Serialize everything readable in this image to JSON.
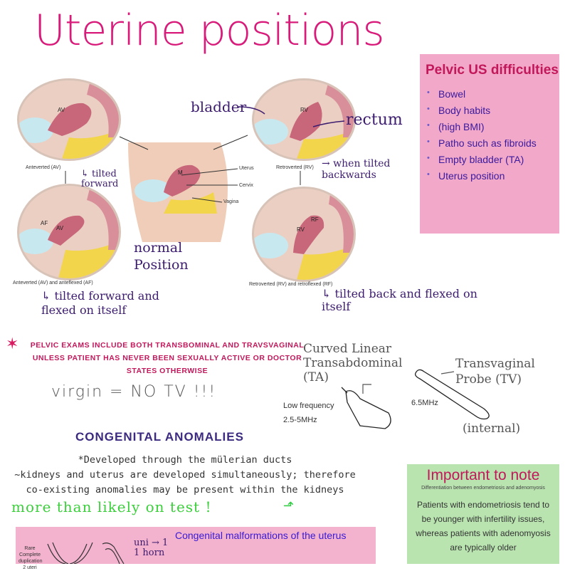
{
  "title": "Uterine positions",
  "diagram": {
    "captions": {
      "av": "Anteverted (AV)",
      "rv": "Retroverted (RV)",
      "avaf": "Anteverted (AV) and anteflexed (AF)",
      "rvrf": "Retroverted (RV) and retroflexed (RF)",
      "uterus": "Uterus",
      "cervix": "Cervix",
      "vagina": "Vagina"
    },
    "inner_labels": {
      "av": "AV",
      "rv": "RV",
      "m": "M",
      "af": "AF",
      "av2": "AV",
      "rf": "RF",
      "rv2": "RV"
    }
  },
  "annotations": {
    "bladder": "bladder",
    "rectum": "rectum",
    "tilted_forward": "↳ tilted forward",
    "when_tilted": "→ when tilted backwards",
    "normal": "normal Position",
    "tilted_flexed": "↳ tilted forward and flexed on itself",
    "tilted_back": "↳ tilted back and flexed on itself"
  },
  "difficulties": {
    "title": "Pelvic US difficulties",
    "items": [
      "Bowel",
      "Body habits",
      "(high BMI)",
      "Patho such as fibroids",
      "Empty bladder (TA)",
      "Uterus position"
    ]
  },
  "exam_note": {
    "star": "✶",
    "line1": "PELVIC EXAMS INCLUDE BOTH TRANSBOMINAL AND TRAVSVAGINAL",
    "line2": "UNLESS PATIENT HAS NEVER BEEN SEXUALLY ACTIVE OR DOCTOR",
    "line3": "STATES OTHERWISE",
    "virgin": "virgin = NO TV !!!"
  },
  "probes": {
    "ta_label": "Curved Linear Transabdominal (TA)",
    "ta_freq": "Low frequency 2.5-5MHz",
    "tv_label": "Transvaginal Probe (TV)",
    "tv_freq": "6.5MHz",
    "tv_internal": "(internal)"
  },
  "congenital": {
    "title": "CONGENITAL ANOMALIES",
    "line1": "*Developed through the mülerian ducts",
    "line2": "~kidneys and uterus are developed simultaneously; therefore",
    "line3": "co-existing anomalies may be present within the kidneys",
    "more": "more than likely on test !",
    "bar_title": "Congenital malformations of the uterus",
    "rare": "Rare",
    "complete": "Complete duplication",
    "two_uteri": "2 uteri",
    "uni": "uni → 1",
    "one_horn": "1 horn"
  },
  "important": {
    "title": "Important to note",
    "subtitle": "Differentiation between endometriosis and adenomyosis",
    "body": "Patients with endometriosis tend to be younger with infertility issues, whereas patients with adenomyosis are typically older"
  }
}
